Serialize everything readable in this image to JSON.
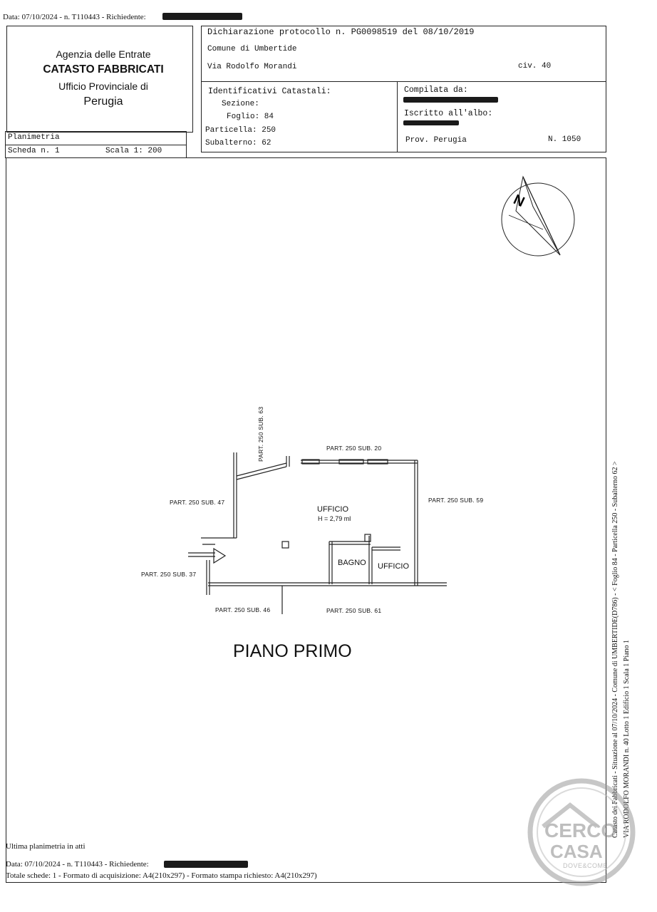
{
  "header_top": {
    "data_line": "Data: 07/10/2024 - n. T110443 - Richiedente:"
  },
  "agency": {
    "line1": "Agenzia delle Entrate",
    "line2": "CATASTO FABBRICATI",
    "line3": "Ufficio Provinciale di",
    "line4": "Perugia"
  },
  "declaration": {
    "protocol": "Dichiarazione protocollo n. PG0098519 del 08/10/2019",
    "comune": "Comune di Umbertide",
    "via": "Via Rodolfo Morandi",
    "civ": "civ. 40"
  },
  "identificativi": {
    "title": "Identificativi Catastali:",
    "sezione": "Sezione:",
    "foglio": "Foglio: 84",
    "particella": "Particella: 250",
    "subalterno": "Subalterno: 62"
  },
  "compilata": {
    "title": "Compilata da:",
    "iscritto": "Iscritto all'albo:",
    "prov": "Prov. Perugia",
    "numero": "N. 1050"
  },
  "planimetria": {
    "title": "Planimetria",
    "scheda": "Scheda n. 1",
    "scala": "Scala 1: 200"
  },
  "plan": {
    "sub63": "PART. 250 SUB. 63",
    "sub20": "PART. 250 SUB. 20",
    "sub47": "PART. 250 SUB. 47",
    "sub59": "PART. 250 SUB. 59",
    "ufficio_main": "UFFICIO",
    "height": "H = 2,79 ml",
    "bagno": "BAGNO",
    "ufficio_small": "UFFICIO",
    "sub37": "PART. 250 SUB. 37",
    "sub46": "PART. 250 SUB. 46",
    "sub61": "PART. 250 SUB. 61",
    "compass_letter": "N"
  },
  "floor_title": "PIANO PRIMO",
  "side_text": {
    "line1": "Catasto dei Fabbricati - Situazione al 07/10/2024 - Comune di UMBERTIDE(D786) - < Foglio 84 - Particella 250 - Subalterno 62 >",
    "line2": "VIA RODOLFO MORANDI n. 40 Lotto 1 Edificio 1 Scala 1 Piano 1"
  },
  "footer": {
    "ultima": "Ultima planimetria in atti",
    "data_line": "Data: 07/10/2024 - n. T110443 - Richiedente:",
    "totale": "Totale schede: 1 - Formato di acquisizione: A4(210x297) - Formato stampa richiesto: A4(210x297)"
  },
  "watermark": {
    "cerco": "CERCO",
    "casa": "CASA",
    "tagline": "DOVE&COME"
  }
}
